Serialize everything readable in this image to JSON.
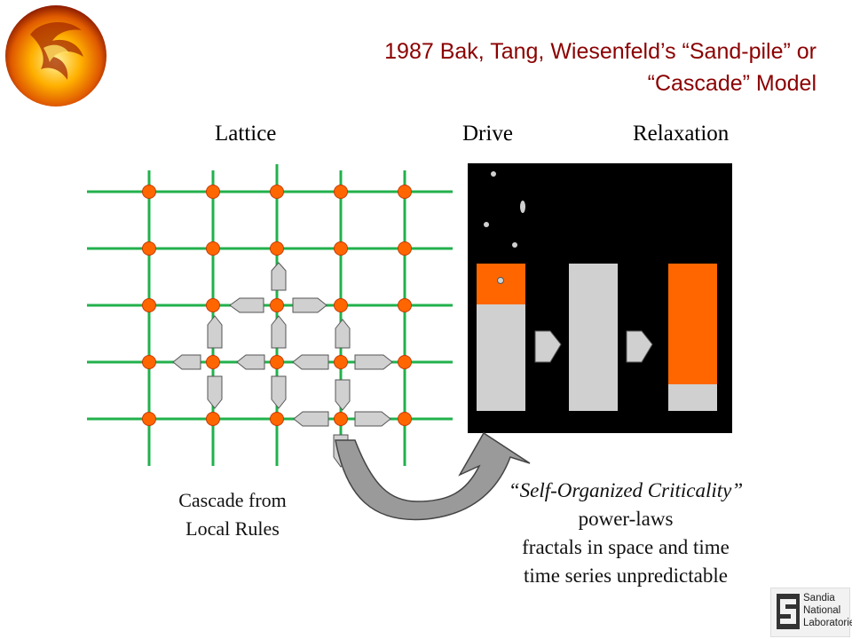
{
  "title": {
    "line1": "1987 Bak, Tang, Wiesenfeld’s “Sand-pile” or",
    "line2": "“Cascade” Model"
  },
  "labels": {
    "lattice": "Lattice",
    "drive": "Drive",
    "relaxation": "Relaxation"
  },
  "caption": {
    "line1": "Cascade from",
    "line2": "Local Rules"
  },
  "soc": {
    "title": "“Self-Organized Criticality”",
    "line1": "power-laws",
    "line2": "fractals in space and time",
    "line3": "time series unpredictable"
  },
  "sandia": {
    "line1": "Sandia",
    "line2": "National",
    "line3": "Laboratories"
  },
  "colors": {
    "title": "#8b0000",
    "grid": "#22b14c",
    "node": "#ff6600",
    "sand": "#ff6600",
    "column": "#d0d0d0",
    "panel": "#000000"
  },
  "icons": [
    "phoenix-logo-icon",
    "sandia-logo-icon"
  ]
}
